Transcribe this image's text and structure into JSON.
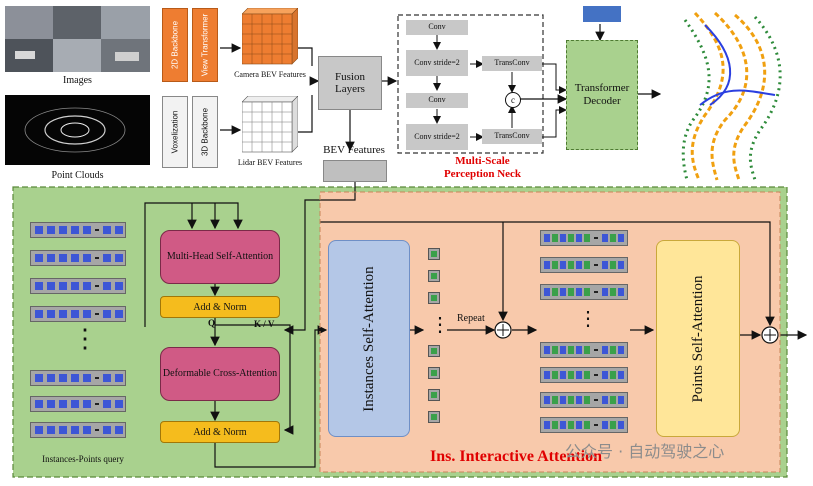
{
  "top": {
    "images_label": "Images",
    "point_clouds_label": "Point Clouds",
    "backbone_2d": "2D Backbone",
    "view_transformer": "View Transformer",
    "voxelization": "Voxelization",
    "backbone_3d": "3D Backbone",
    "camera_bev_features": "Camera BEV Features",
    "lidar_bev_features": "Lidar BEV Features",
    "fusion_layers": "Fusion Layers",
    "bev_features": "BEV Features",
    "conv": "Conv",
    "conv_stride2": "Conv stride=2",
    "transconv": "TransConv",
    "concat_symbol": "c",
    "msp_neck_line1": "Multi-Scale",
    "msp_neck_line2": "Perception Neck",
    "transformer_decoder": "Transformer Decoder"
  },
  "bottom": {
    "mhsa": "Multi-Head Self-Attention",
    "add_norm": "Add & Norm",
    "q_label": "Q",
    "kv_label": "K / V",
    "deformable_ca": "Deformable Cross-Attention",
    "query_label": "Instances-Points query",
    "instances_sa": "Instances Self-Attention",
    "repeat_label": "Repeat",
    "points_sa": "Points Self-Attention",
    "ins_interactive": "Ins. Interactive Attention",
    "watermark": "公众号 · 自动驾驶之心",
    "vertical_dots": "⋮"
  },
  "colors": {
    "green_panel": "#a9d18e",
    "peach_panel": "#f8c9ab",
    "orange": "#ee7d31",
    "pink": "#d05a85",
    "gold": "#f5bc1d",
    "blue_panel": "#b4c7e7",
    "yellow_panel": "#ffe699",
    "decoder_green": "#a9d18e",
    "title_red": "#e00000"
  }
}
